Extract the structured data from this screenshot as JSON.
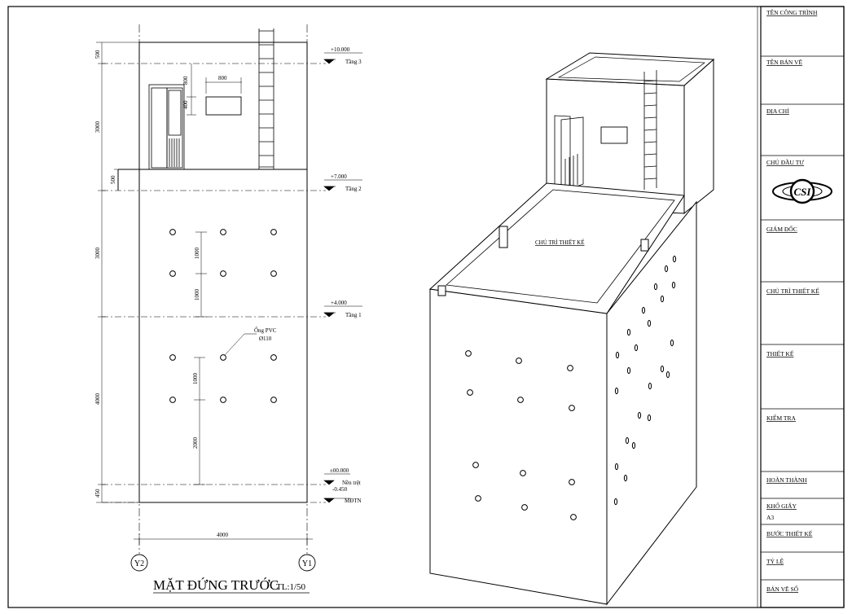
{
  "drawing_title": {
    "text": "MẶT ĐỨNG TRƯỚC",
    "scale": "TL:1/50"
  },
  "grid_axes": {
    "left": "Y2",
    "right": "Y1"
  },
  "dimensions": {
    "total_width": "4000",
    "left_chain": [
      "500",
      "3000",
      "500",
      "3000",
      "4000",
      "450"
    ],
    "window_width": "800",
    "window_top": "800",
    "window_height": "400",
    "hole_spacing_upper_1": "1000",
    "hole_spacing_upper_2": "1000",
    "hole_spacing_lower_1": "1000",
    "hole_spacing_lower_2": "2000"
  },
  "levels": [
    {
      "elevation": "+10.000",
      "name": "Tầng 3"
    },
    {
      "elevation": "+7.000",
      "name": "Tầng 2"
    },
    {
      "elevation": "+4.000",
      "name": "Tầng 1"
    },
    {
      "elevation": "±00.000",
      "name": "Nền trệt"
    },
    {
      "elevation": "-0.450",
      "name": "MĐTN"
    }
  ],
  "pipe_note": {
    "line1": "Ống PVC",
    "line2": "Ø110"
  },
  "iso_view": {
    "roof_label": "CHỦ TRÌ THIẾT KẾ"
  },
  "title_block": {
    "logo_text": "CSI",
    "rows": [
      {
        "label": "TÊN CÔNG TRÌNH",
        "value": ""
      },
      {
        "label": "TÊN BẢN VẼ",
        "value": ""
      },
      {
        "label": "ĐỊA CHỈ",
        "value": ""
      },
      {
        "label": "CHỦ ĐẦU TƯ",
        "value": ""
      },
      {
        "label": "GIÁM ĐỐC",
        "value": ""
      },
      {
        "label": "CHỦ TRÌ THIẾT KẾ",
        "value": ""
      },
      {
        "label": "THIẾT KẾ",
        "value": ""
      },
      {
        "label": "KIỂM TRA",
        "value": ""
      },
      {
        "label": "HOÀN THÀNH",
        "value": ""
      },
      {
        "label": "KHỔ GIẤY",
        "value": "A3"
      },
      {
        "label": "BƯỚC THIẾT KẾ",
        "value": ""
      },
      {
        "label": "TỶ LỆ",
        "value": ""
      },
      {
        "label": "BẢN VẼ SỐ",
        "value": ""
      }
    ]
  }
}
